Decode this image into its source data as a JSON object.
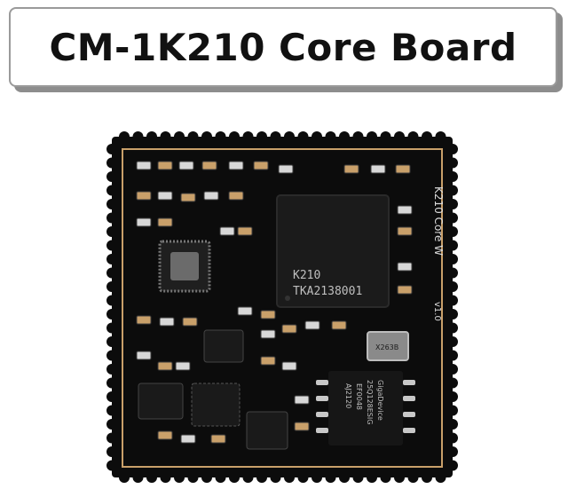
{
  "title": "CM-1K210 Core Board",
  "board": {
    "silkscreen_name": "K210 Core W",
    "silkscreen_version": "v1.0",
    "main_chip_line1": "K210",
    "main_chip_line2": "TKA2138001",
    "flash_vendor": "GigaDevice",
    "flash_part": "25Q128ESIG",
    "flash_line3": "EF0048",
    "flash_line4": "AJ2120",
    "crystal_label": "X263B"
  },
  "colors": {
    "pcb": "#0c0c0c",
    "pad_gold": "#c9a06a",
    "chip_body": "#1b1b1b",
    "chip_text": "#bfbfbf",
    "silkscreen": "#d9d9d9"
  }
}
